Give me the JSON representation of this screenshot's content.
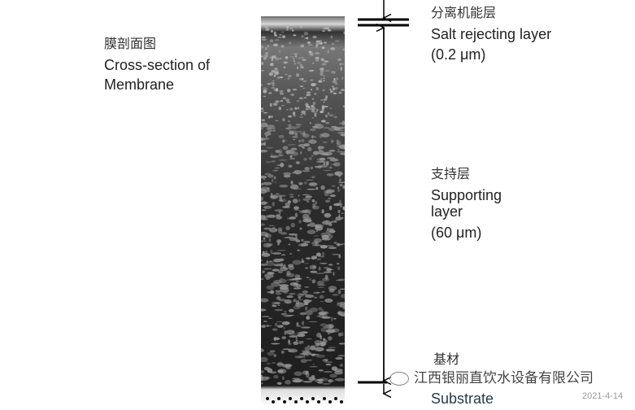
{
  "left_label": {
    "zh": "膜剖面图",
    "en_line1": "Cross-section of",
    "en_line2": "Membrane"
  },
  "layers": [
    {
      "zh": "分离机能层",
      "en_lines": [
        "Salt rejecting layer",
        "(0.2 μm)"
      ]
    },
    {
      "zh": "支持层",
      "en_lines": [
        "Supporting",
        "layer",
        "(60 μm)"
      ]
    },
    {
      "zh": "基材",
      "en_lines": [
        "Substrate"
      ]
    }
  ],
  "watermark": {
    "text": "江西银丽直饮水设备有限公司",
    "date": "2021-4-14",
    "icon": "wechat-icon"
  }
}
